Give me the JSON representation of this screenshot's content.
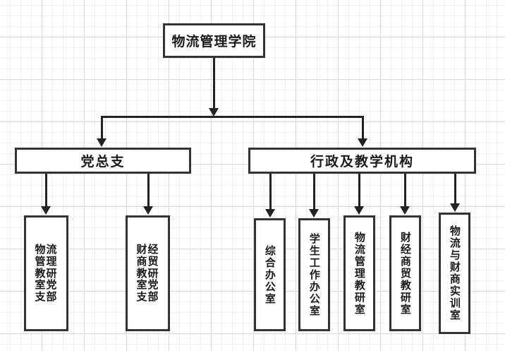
{
  "diagram": {
    "title_node": {
      "label": "物流管理学院",
      "level": "root"
    },
    "branches": [
      {
        "label": "党总支",
        "level": "branch"
      },
      {
        "label": "行政及教学机构",
        "level": "branch"
      }
    ],
    "party_units": [
      {
        "label": "物流管理教研室党支部"
      },
      {
        "label": "财经商贸教研室党支部"
      }
    ],
    "admin_units": [
      {
        "label": "综合办公室"
      },
      {
        "label": "学生工作办公室"
      },
      {
        "label": "物流管理教研室"
      },
      {
        "label": "财经商贸教研室"
      },
      {
        "label": "物流与财商实训室"
      }
    ],
    "colors": {
      "box_border": "#333333",
      "box_fill": "#ffffff",
      "connector": "#222222",
      "grid_minor": "#efefef",
      "grid_major": "#d8d8d8",
      "text": "#1a1a1a"
    }
  }
}
